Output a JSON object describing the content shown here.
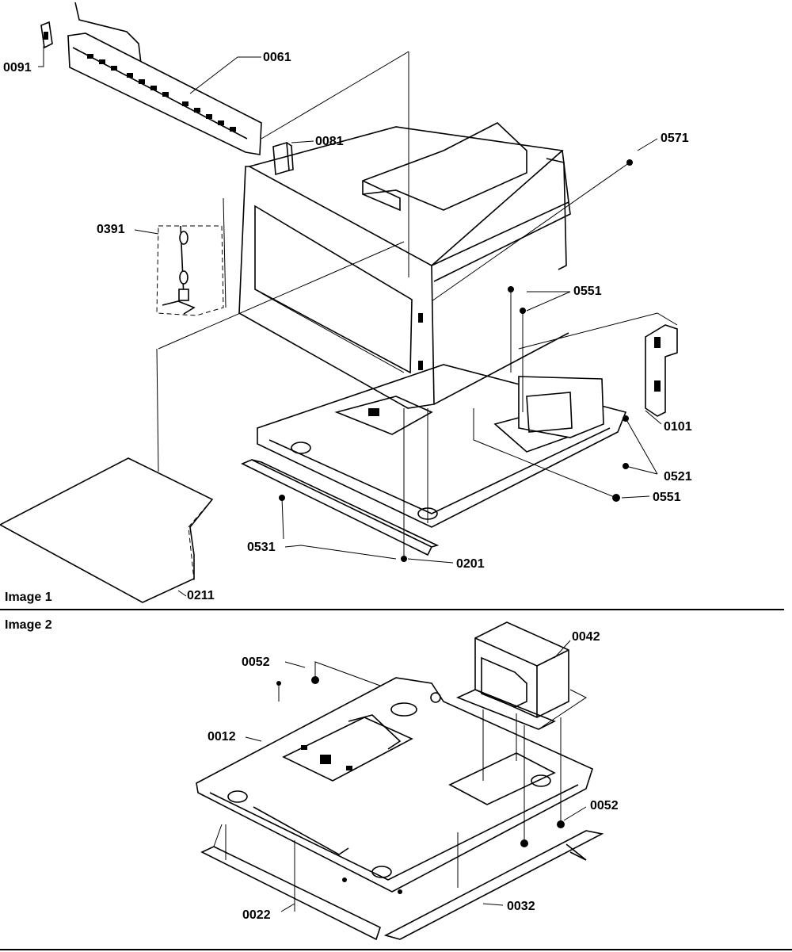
{
  "image1": {
    "label": "Image 1",
    "callouts": {
      "c0091": "0091",
      "c0061": "0061",
      "c0081": "0081",
      "c0571": "0571",
      "c0391": "0391",
      "c0551a": "0551",
      "c0101": "0101",
      "c0521": "0521",
      "c0551b": "0551",
      "c0531": "0531",
      "c0201": "0201",
      "c0211": "0211"
    }
  },
  "image2": {
    "label": "Image 2",
    "callouts": {
      "c0042": "0042",
      "c0052a": "0052",
      "c0012": "0012",
      "c0052b": "0052",
      "c0022": "0022",
      "c0032": "0032"
    }
  }
}
